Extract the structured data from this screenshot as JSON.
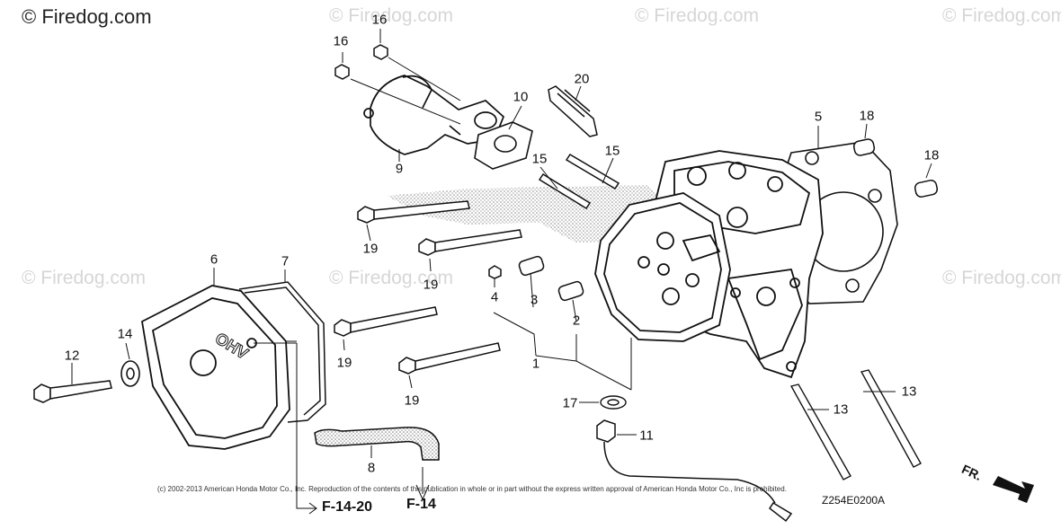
{
  "watermarks": {
    "main": "© Firedog.com",
    "faded": "© Firedog.com"
  },
  "part_labels": {
    "p1": "1",
    "p2": "2",
    "p3": "3",
    "p4": "4",
    "p5": "5",
    "p6": "6",
    "p7": "7",
    "p8": "8",
    "p9": "9",
    "p10": "10",
    "p11": "11",
    "p12": "12",
    "p13a": "13",
    "p13b": "13",
    "p14": "14",
    "p15a": "15",
    "p15b": "15",
    "p16a": "16",
    "p16b": "16",
    "p17": "17",
    "p18a": "18",
    "p18b": "18",
    "p19a": "19",
    "p19b": "19",
    "p19c": "19",
    "p19d": "19",
    "p20": "20"
  },
  "cover_text": "OHV",
  "references": {
    "f1420": "F-14-20",
    "f14": "F-14"
  },
  "copyright": "(c) 2002-2013 American Honda Motor Co., Inc. Reproduction of the contents of this publication in whole or in part without the express written approval of American Honda Motor Co., Inc is prohibited.",
  "diagram_code": "Z254E0200A",
  "direction_label": "FR."
}
